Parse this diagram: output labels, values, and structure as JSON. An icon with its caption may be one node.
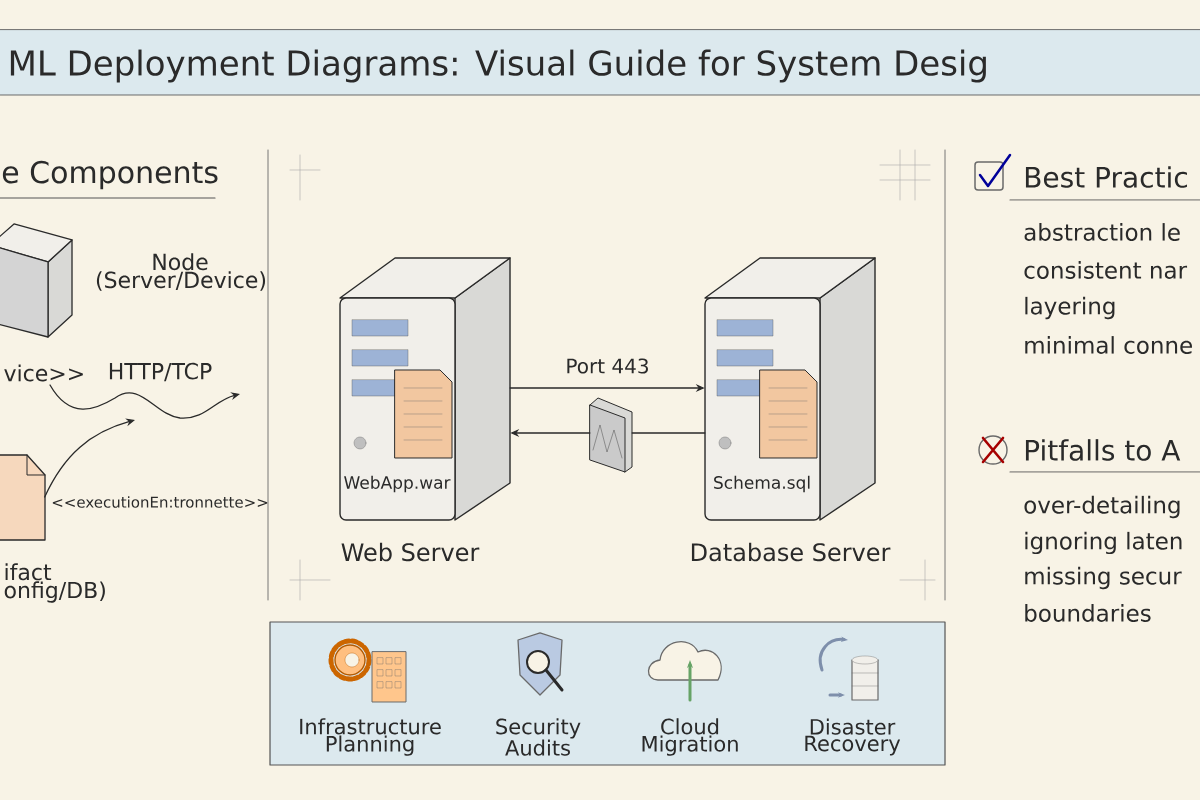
{
  "diagram": {
    "title": "ML Deployment Diagrams: Visual Guide for System Desig",
    "nodes": [
      {
        "text": [],
        "shape": "box",
        "beside": [
          "vice>>"
        ]
      },
      {
        "text": [],
        "shape": "picture",
        "beside": [
          "ifact onfig/DB)"
        ]
      },
      {
        "text": [
          "WebApp.war"
        ],
        "beside": [
          "Web Server"
        ]
      },
      {
        "text": [
          "Schema.sql"
        ],
        "beside": [
          "Database Server"
        ]
      },
      {
        "text": [],
        "shape": "picture"
      }
    ],
    "edges": [
      {
        "from": 1,
        "to": null,
        "arrow": "to"
      },
      {
        "from": 2,
        "to": 3,
        "arrow": "to",
        "label": "Port 443"
      },
      {
        "from": 3,
        "to": 4,
        "arrow": "none"
      },
      {
        "from": 4,
        "to": 2,
        "arrow": "to"
      }
    ],
    "labels": [
      "e Components",
      "Node (Server/Device)",
      "HTTP/TCP",
      "<<executionEn:tronnette>>",
      "Best Practic",
      "abstraction le",
      "consistent nar",
      "layering",
      "minimal conne",
      "Pitfalls to A",
      "over-detailing",
      "ignoring laten",
      "missing secur",
      "boundaries",
      "Infrastructure Planning",
      "Security Audits",
      "Cloud Migration",
      "Disaster Recovery"
    ]
  }
}
